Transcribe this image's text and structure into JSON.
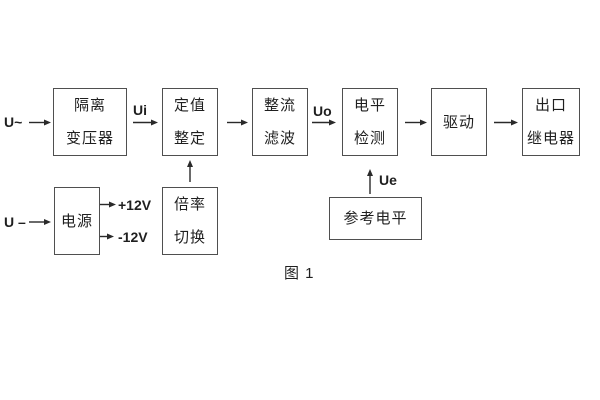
{
  "diagram": {
    "caption": "图 1",
    "signals": {
      "input_ac": "U~",
      "input_dc": "U –",
      "ui": "Ui",
      "uo": "Uo",
      "ue": "Ue",
      "plus_12v": "+12V",
      "minus_12v": "-12V"
    },
    "blocks": [
      {
        "name": "isolation-transformer",
        "label": "隔离\n变压器"
      },
      {
        "name": "setting-adjust",
        "label": "定值\n整定"
      },
      {
        "name": "rectifier-filter",
        "label": "整流\n滤波"
      },
      {
        "name": "level-detect",
        "label": "电平\n检测"
      },
      {
        "name": "drive",
        "label": "驱动"
      },
      {
        "name": "output-relay",
        "label": "出口\n继电器"
      },
      {
        "name": "power-supply",
        "label": "电源"
      },
      {
        "name": "ratio-switch",
        "label": "倍率\n切换"
      },
      {
        "name": "reference-level",
        "label": "参考电平"
      }
    ],
    "colors": {
      "background": "#ffffff",
      "box_border": "#4f4f4f",
      "text": "#1f1f1f",
      "arrow": "#2a2a2a"
    }
  }
}
